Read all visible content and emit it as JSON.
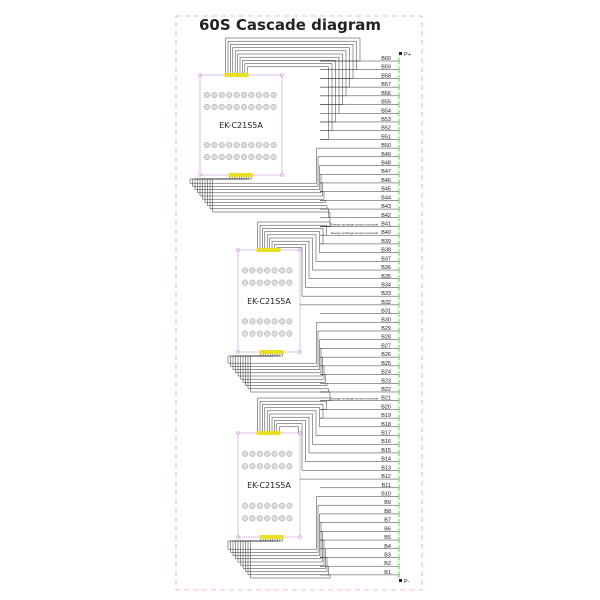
{
  "title": "60S Cascade diagram",
  "terminals": {
    "positive": "P+",
    "negative": "P-"
  },
  "note": "Energy exchange common terminal",
  "boards": [
    {
      "model": "EK-C21S5A"
    },
    {
      "model": "EK-C21S5A"
    },
    {
      "model": "EK-C21S5A"
    }
  ],
  "cells": [
    "B60",
    "B59",
    "B58",
    "B57",
    "B56",
    "B55",
    "B54",
    "B53",
    "B52",
    "B51",
    "B50",
    "B49",
    "B48",
    "B47",
    "B46",
    "B45",
    "B44",
    "B43",
    "B42",
    "B41",
    "B40",
    "B39",
    "B38",
    "B37",
    "B36",
    "B35",
    "B34",
    "B33",
    "B32",
    "B31",
    "B30",
    "B29",
    "B28",
    "B27",
    "B26",
    "B25",
    "B24",
    "B23",
    "B22",
    "B21",
    "B20",
    "B19",
    "B18",
    "B17",
    "B16",
    "B15",
    "B14",
    "B13",
    "B12",
    "B11",
    "B10",
    "B9",
    "B8",
    "B7",
    "B6",
    "B5",
    "B4",
    "B3",
    "B2",
    "B1"
  ],
  "colors": {
    "frame": "#e070c0",
    "board": "#c080d0",
    "wire": "#333333",
    "tick": "#33cc33",
    "connector": "#e8e020"
  }
}
